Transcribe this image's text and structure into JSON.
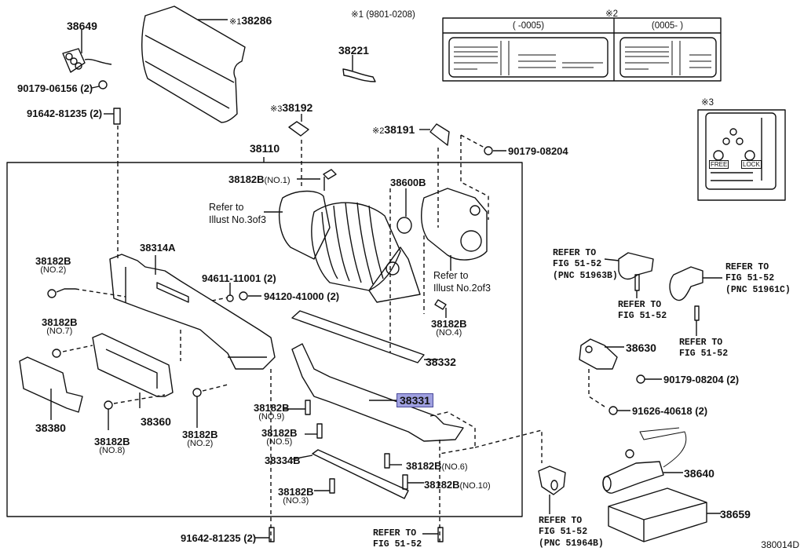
{
  "diagram_id": "380014D",
  "notes": {
    "note1_range": "※1 (9801-0208)",
    "note2_marker": "※2",
    "note2_left_range": "(      -0005)",
    "note2_right_range": "(0005-      )",
    "note3_marker": "※3",
    "note3_free": "FREE",
    "note3_lock": "LOCK"
  },
  "parts": {
    "p38649": "38649",
    "p90179_06156": "90179-06156 (2)",
    "p91642_top": "91642-81235 (2)",
    "p38286_prefix": "※1",
    "p38286": "38286",
    "p38221": "38221",
    "p38192_prefix": "※3",
    "p38192": "38192",
    "p38191_prefix": "※2",
    "p38191": "38191",
    "p90179_08204": "90179-08204",
    "p38110": "38110",
    "p38182B_no1": "38182B",
    "p38182B_no1_sub": "(NO.1)",
    "p38600B": "38600B",
    "refer_illust3_l1": "Refer to",
    "refer_illust3_l2": "Illust No.3of3",
    "refer_illust2_l1": "Refer to",
    "refer_illust2_l2": "Illust No.2of3",
    "p38314A": "38314A",
    "p38182B_no2a": "38182B",
    "p38182B_no2a_sub": "(NO.2)",
    "p94611": "94611-11001 (2)",
    "p94120": "94120-41000 (2)",
    "p38182B_no4": "38182B",
    "p38182B_no4_sub": "(NO.4)",
    "p38182B_no7": "38182B",
    "p38182B_no7_sub": "(NO.7)",
    "p38332": "38332",
    "p38331": "38331",
    "p38380": "38380",
    "p38360": "38360",
    "p38182B_no8": "38182B",
    "p38182B_no8_sub": "(NO.8)",
    "p38182B_no2b": "38182B",
    "p38182B_no2b_sub": "(NO.2)",
    "p38182B_no9": "38182B",
    "p38182B_no9_sub": "(NO.9)",
    "p38182B_no5": "38182B",
    "p38182B_no5_sub": "(NO.5)",
    "p38334B": "38334B",
    "p38182B_no6": "38182B",
    "p38182B_no6_sub": "(NO.6)",
    "p38182B_no10": "38182B",
    "p38182B_no10_sub": "(NO.10)",
    "p38182B_no3": "38182B",
    "p38182B_no3_sub": "(NO.3)",
    "p91642_bottom": "91642-81235 (2)",
    "p38630": "38630",
    "p90179_08204_2": "90179-08204 (2)",
    "p91626": "91626-40618 (2)",
    "p38640": "38640",
    "p38659": "38659"
  },
  "refers": {
    "r51963B": [
      "REFER TO",
      "FIG 51-52",
      "(PNC 51963B)"
    ],
    "r_mid1": [
      "REFER TO",
      "FIG 51-52"
    ],
    "r51961C": [
      "REFER TO",
      "FIG 51-52",
      "(PNC 51961C)"
    ],
    "r_mid2": [
      "REFER TO",
      "FIG 51-52"
    ],
    "r51964B": [
      "REFER TO",
      "FIG 51-52",
      "(PNC 51964B)"
    ],
    "r_bottom": [
      "REFER TO",
      "FIG 51-52"
    ]
  },
  "highlight": {
    "part": "38331",
    "color": "#9fa0e0"
  }
}
